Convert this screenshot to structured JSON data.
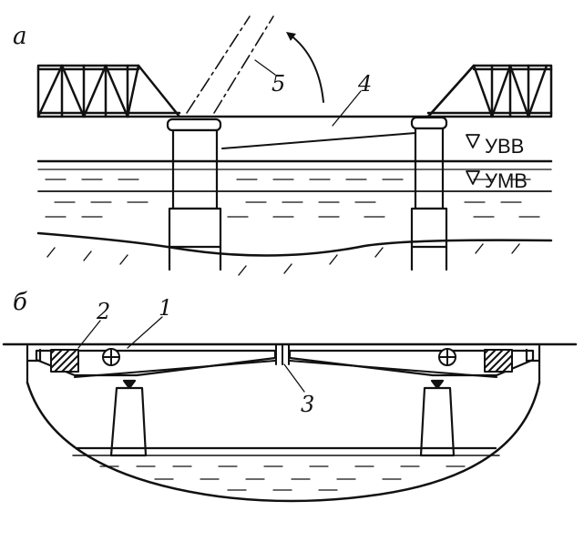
{
  "figure": {
    "panel_a_label": "а",
    "panel_b_label": "б",
    "levels": {
      "high_water": "УВВ",
      "low_water": "УМВ"
    },
    "callouts": {
      "n1": "1",
      "n2": "2",
      "n3": "3",
      "n4": "4",
      "n5": "5"
    }
  }
}
